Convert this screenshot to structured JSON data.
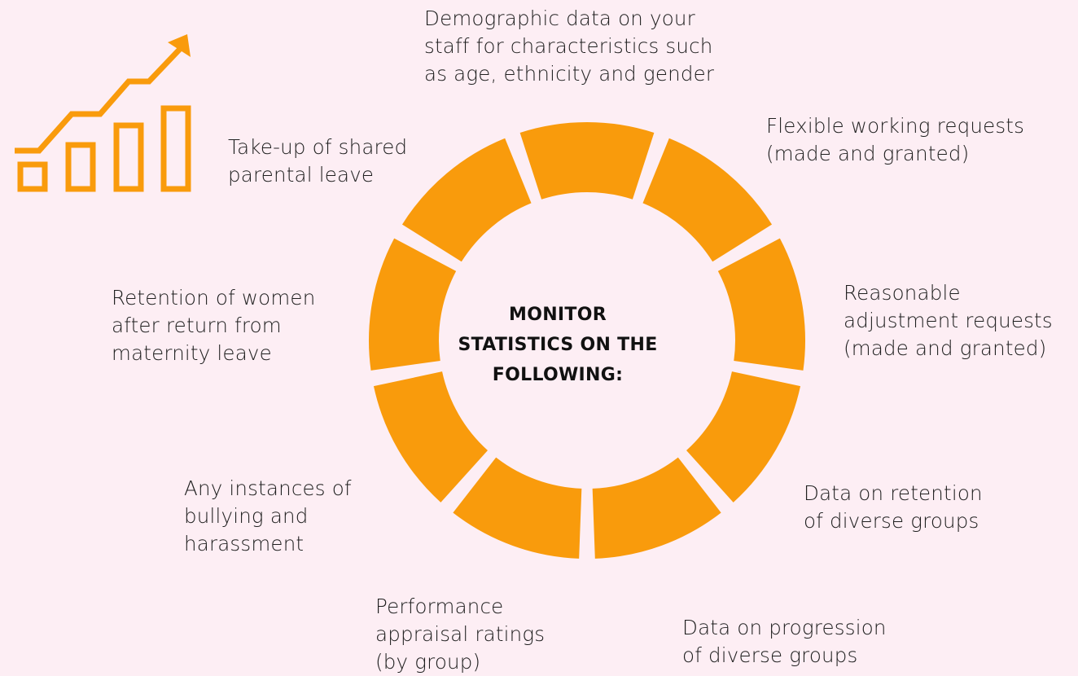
{
  "colors": {
    "background": "#fdeef4",
    "accent": "#f99b0c",
    "text": "#1f1f1f"
  },
  "center": {
    "lines": [
      "MONITOR",
      "STATISTICS ON THE",
      "FOLLOWING:"
    ]
  },
  "icons": {
    "growth": "bar-chart-growth-arrow-icon"
  },
  "items": [
    {
      "id": "demographic",
      "lines": [
        "Demographic data on your",
        "staff for characteristics such",
        "as age, ethnicity and gender"
      ]
    },
    {
      "id": "flexible",
      "lines": [
        "Flexible working requests",
        "(made and granted)"
      ]
    },
    {
      "id": "reasonable",
      "lines": [
        "Reasonable",
        "adjustment requests",
        "(made and granted)"
      ]
    },
    {
      "id": "retention-diverse",
      "lines": [
        "Data on retention",
        "of diverse groups"
      ]
    },
    {
      "id": "progression",
      "lines": [
        "Data on progression",
        "of diverse groups"
      ]
    },
    {
      "id": "performance",
      "lines": [
        "Performance",
        "appraisal ratings",
        "(by group)"
      ]
    },
    {
      "id": "bullying",
      "lines": [
        "Any instances of",
        "bullying and",
        "harassment"
      ]
    },
    {
      "id": "retention-women",
      "lines": [
        "Retention of women",
        "after return from",
        "maternity leave"
      ]
    },
    {
      "id": "parental",
      "lines": [
        "Take-up of shared",
        "parental leave"
      ]
    }
  ]
}
